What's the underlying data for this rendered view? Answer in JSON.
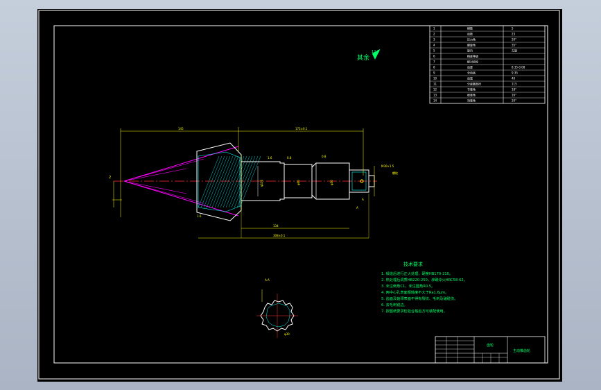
{
  "drawing": {
    "roughness_label": "其余",
    "roughness_value": "12.5",
    "tech_title": "技术要求",
    "tech_lines": [
      "1. 锻造后进行正火处理，硬度HB170-210。",
      "2. 热处理后调质HB220-250，渗碳淬火HRC58-62。",
      "3. 未注倒角C1，未注圆角R0.5。",
      "4. 两中心孔表面粗糙度不大于Ra1.6μm。",
      "5. 齿面及轴颈表面不得有裂纹、毛刺及磕碰伤。",
      "6. 去毛刺锐边。",
      "7. 按图纸要求检验合格后方可装配使用。"
    ],
    "table_rows": [
      [
        "1",
        "模数",
        "5"
      ],
      [
        "2",
        "齿数",
        "23"
      ],
      [
        "3",
        "压力角",
        "20°"
      ],
      [
        "4",
        "螺旋角",
        "35°"
      ],
      [
        "5",
        "旋向",
        "左旋"
      ],
      [
        "6",
        "精度等级",
        ""
      ],
      [
        "7",
        "配对齿轮",
        ""
      ],
      [
        "8",
        "齿厚",
        "8.35-0.08"
      ],
      [
        "9",
        "全齿高",
        "9.35"
      ],
      [
        "10",
        "齿宽",
        "40"
      ],
      [
        "11",
        "分度圆直径",
        "115"
      ],
      [
        "12",
        "节锥角",
        "18°"
      ],
      [
        "13",
        "根锥角",
        "16°"
      ],
      [
        "14",
        "顶锥角",
        "20°"
      ]
    ],
    "title_block_name": "主动锥齿轮",
    "title_block_part": "齿轮"
  },
  "colors": {
    "frame": "#ffffff",
    "dimension": "#ffff00",
    "centerline": "#ff3030",
    "projection": "#ff00ff",
    "section": "#00ffff",
    "note_text": "#00ff66"
  }
}
